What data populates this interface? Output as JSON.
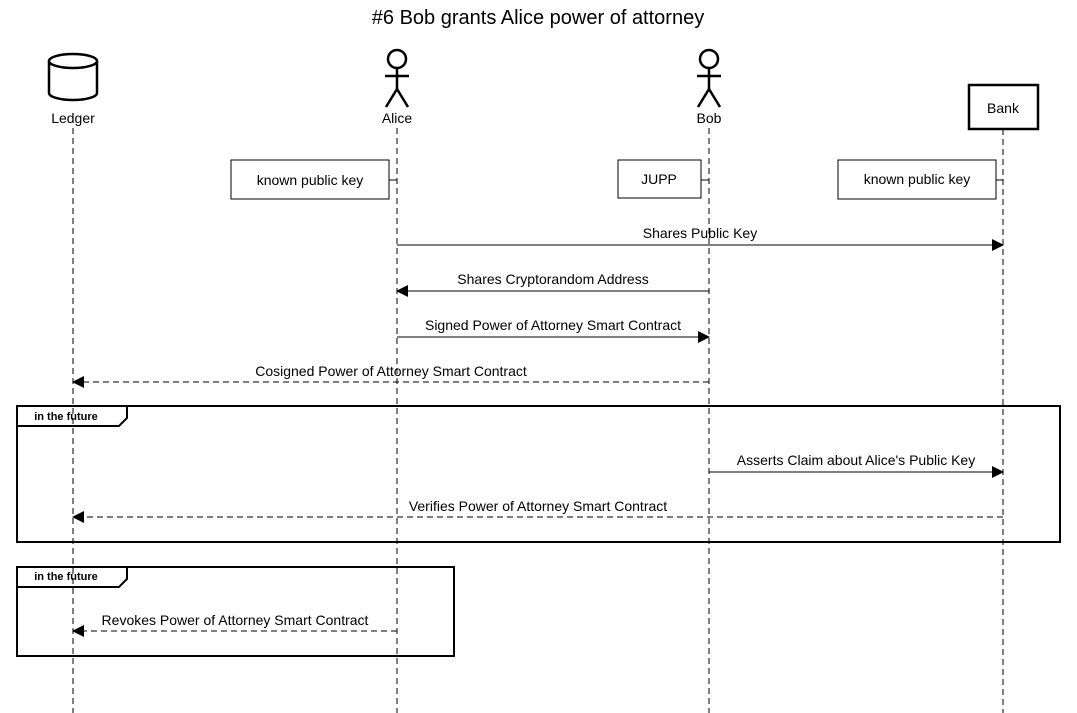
{
  "title": "#6 Bob grants Alice power of attorney",
  "participants": [
    {
      "id": "ledger",
      "label": "Ledger",
      "kind": "database"
    },
    {
      "id": "alice",
      "label": "Alice",
      "kind": "actor"
    },
    {
      "id": "bob",
      "label": "Bob",
      "kind": "actor"
    },
    {
      "id": "bank",
      "label": "Bank",
      "kind": "box"
    }
  ],
  "notes": [
    {
      "participant": "alice",
      "text": "known public key"
    },
    {
      "participant": "bob",
      "text": "JUPP"
    },
    {
      "participant": "bank",
      "text": "known public key"
    }
  ],
  "messages": [
    {
      "from": "alice",
      "to": "bank",
      "text": "Shares Public Key",
      "style": "solid"
    },
    {
      "from": "bob",
      "to": "alice",
      "text": "Shares Cryptorandom Address",
      "style": "solid"
    },
    {
      "from": "alice",
      "to": "bob",
      "text": "Signed Power of Attorney Smart Contract",
      "style": "solid"
    },
    {
      "from": "bob",
      "to": "ledger",
      "text": "Cosigned Power of Attorney Smart Contract",
      "style": "dashed"
    },
    {
      "from": "bob",
      "to": "bank",
      "text": "Asserts Claim about Alice's Public Key",
      "style": "solid"
    },
    {
      "from": "bank",
      "to": "ledger",
      "text": "Verifies Power of Attorney Smart Contract",
      "style": "dashed"
    },
    {
      "from": "alice",
      "to": "ledger",
      "text": "Revokes Power of Attorney Smart Contract",
      "style": "dashed"
    }
  ],
  "fragments": [
    {
      "label": "in the future"
    },
    {
      "label": "in the future"
    }
  ]
}
